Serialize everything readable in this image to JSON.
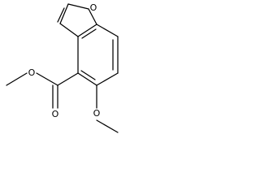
{
  "molecule": {
    "atoms": {
      "furan_oxygen": "O",
      "carbonyl_oxygen": "O",
      "ester_oxygen": "O",
      "methoxy_oxygen": "O"
    },
    "colors": {
      "bond": "#000000",
      "label": "#000000",
      "background": "#ffffff"
    }
  }
}
